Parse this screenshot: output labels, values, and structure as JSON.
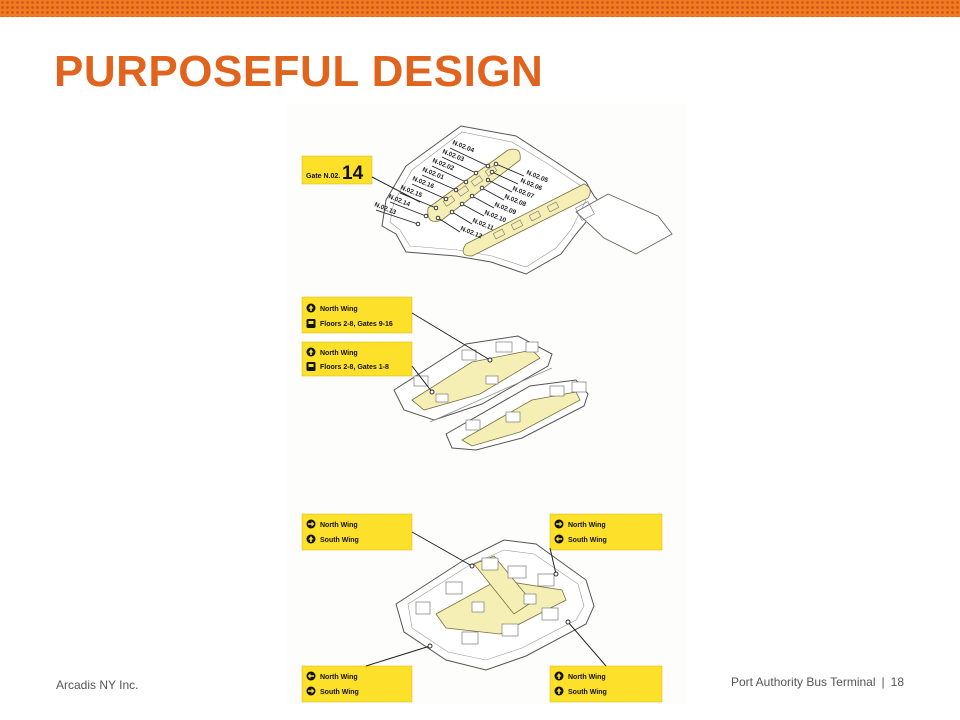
{
  "title": "PURPOSEFUL DESIGN",
  "colors": {
    "accent": "#e1641e",
    "band": "#ee7d22",
    "sign": "#fde02a",
    "highlight": "#f5efb5"
  },
  "diagram1": {
    "gate_prefix": "Gate N.02.",
    "gate_number": "14",
    "gate_labels": [
      "N.02.04",
      "N.02.03",
      "N.02.02",
      "N.02.01",
      "N.02.16",
      "N.02.15",
      "N.02.14",
      "N.02.13",
      "N.02.05",
      "N.02.06",
      "N.02.07",
      "N.02.08",
      "N.02.09",
      "N.02.10",
      "N.02.11",
      "N.02.12"
    ]
  },
  "diagram2": {
    "signs": [
      {
        "line1": "North Wing",
        "line2": "Floors 2-8, Gates 9-16"
      },
      {
        "line1": "North Wing",
        "line2": "Floors 2-8, Gates 1-8"
      }
    ]
  },
  "diagram3": {
    "signs": [
      {
        "line1": "North Wing",
        "line2": "South Wing"
      },
      {
        "line1": "North Wing",
        "line2": "South Wing"
      },
      {
        "line1": "North Wing",
        "line2": "South Wing"
      },
      {
        "line1": "North Wing",
        "line2": "South Wing"
      }
    ]
  },
  "footer": {
    "company": "Arcadis NY Inc.",
    "project": "Port Authority Bus Terminal",
    "separator": "|",
    "page": "18"
  }
}
